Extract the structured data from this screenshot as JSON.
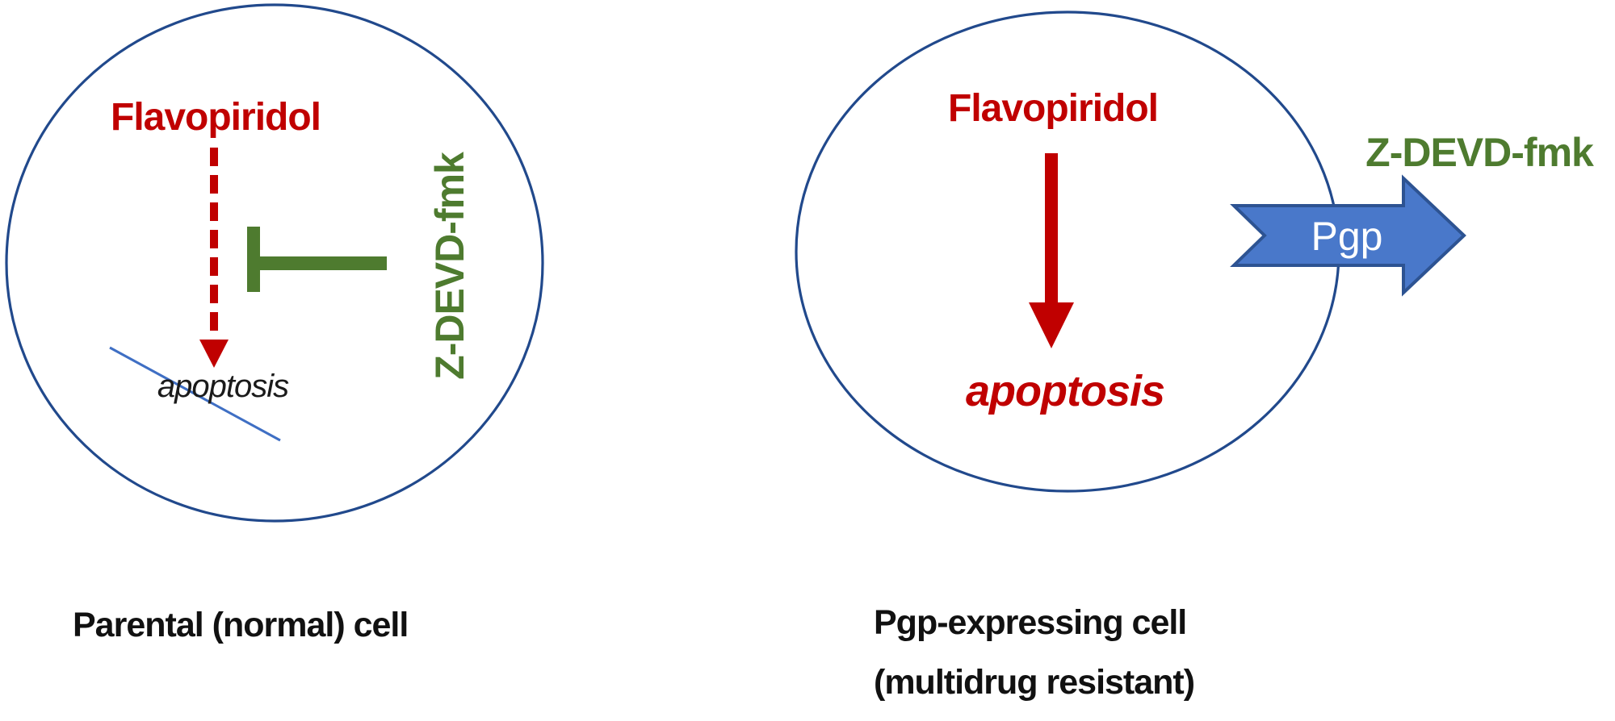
{
  "figure": {
    "left_cell": {
      "drug_label": "Flavopiridol",
      "caspase_inhibitor_label": "Z-DEVD-fmk",
      "outcome_label": "apoptosis",
      "caption": "Parental (normal) cell"
    },
    "right_cell": {
      "drug_label": "Flavopiridol",
      "caspase_inhibitor_label": "Z-DEVD-fmk",
      "outcome_label": "apoptosis",
      "efflux_pump_label": "Pgp",
      "caption_line1": "Pgp-expressing cell",
      "caption_line2": "(multidrug resistant)"
    },
    "colors": {
      "drug_red": "#c00000",
      "inhibitor_green": "#4e7b2f",
      "membrane_blue": "#21498c",
      "pump_arrow_fill": "#4978ca",
      "pump_arrow_border": "#2d5392",
      "strikethrough_blue": "#3f6fc4",
      "caption_black": "#111111",
      "pump_label_white": "#ffffff"
    }
  }
}
